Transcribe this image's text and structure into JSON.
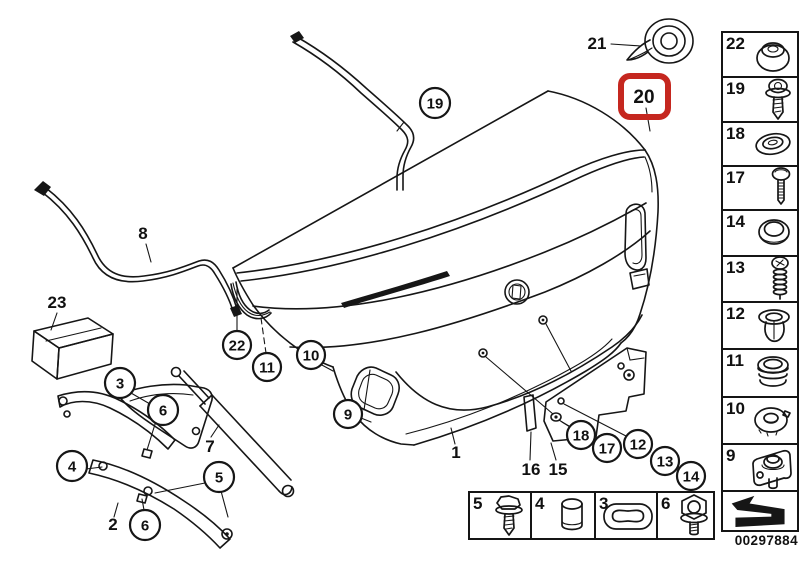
{
  "part_number": "00297884",
  "colors": {
    "line": "#161616",
    "highlight_red": "#c5271f",
    "background": "#ffffff"
  },
  "callouts": {
    "circled": [
      {
        "label": "19"
      },
      {
        "label": "3"
      },
      {
        "label": "6"
      },
      {
        "label": "4"
      },
      {
        "label": "5"
      },
      {
        "label": "6"
      },
      {
        "label": "22"
      },
      {
        "label": "11"
      },
      {
        "label": "10"
      },
      {
        "label": "9"
      },
      {
        "label": "18"
      },
      {
        "label": "17"
      },
      {
        "label": "12"
      },
      {
        "label": "13"
      },
      {
        "label": "14"
      }
    ],
    "plain": [
      {
        "label": "21"
      },
      {
        "label": "20",
        "highlighted": true
      },
      {
        "label": "8"
      },
      {
        "label": "23"
      },
      {
        "label": "7"
      },
      {
        "label": "2"
      },
      {
        "label": "1"
      },
      {
        "label": "16"
      },
      {
        "label": "15"
      }
    ]
  },
  "sidebar": {
    "cells": [
      {
        "number": "22",
        "icon": "sealing-plug-icon"
      },
      {
        "number": "19",
        "icon": "screw-with-washer-icon"
      },
      {
        "number": "18",
        "icon": "oval-grommet-icon"
      },
      {
        "number": "17",
        "icon": "pan-head-screw-icon"
      },
      {
        "number": "14",
        "icon": "round-cap-icon"
      },
      {
        "number": "13",
        "icon": "screw-with-spring-icon"
      },
      {
        "number": "12",
        "icon": "expanding-rivet-icon"
      },
      {
        "number": "11",
        "icon": "ribbed-buffer-icon"
      },
      {
        "number": "10",
        "icon": "notched-grommet-icon"
      },
      {
        "number": "9",
        "icon": "bracket-buffer-icon"
      }
    ],
    "footer_icon": "direction-arrow-icon"
  },
  "bottom_strip": {
    "cells": [
      {
        "number": "5",
        "icon": "hex-screw-icon"
      },
      {
        "number": "4",
        "icon": "rubber-buffer-icon"
      },
      {
        "number": "3",
        "icon": "oval-gasket-icon"
      },
      {
        "number": "6",
        "icon": "hex-flange-nut-icon"
      }
    ]
  }
}
